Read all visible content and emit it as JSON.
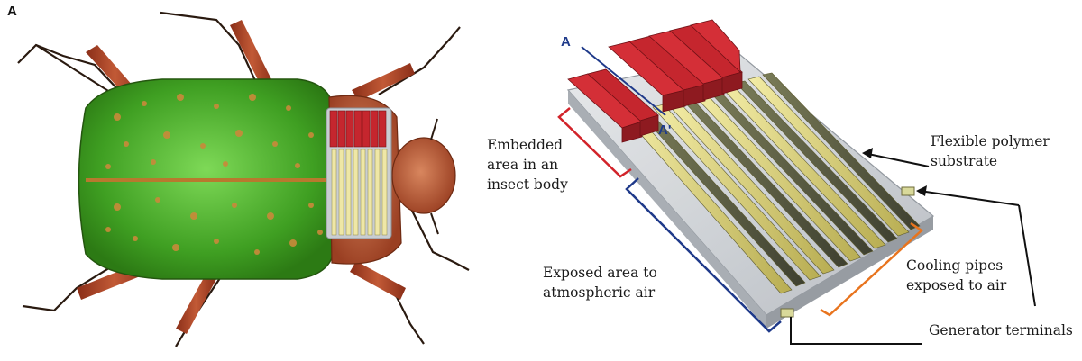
{
  "panel_letter": "A",
  "section_marks": {
    "start": "A",
    "end": "A'"
  },
  "labels": {
    "embedded": "Embedded\narea in an\ninsect body",
    "flexible": "Flexible polymer\nsubstrate",
    "exposed": "Exposed area to\natmospheric air",
    "cooling": "Cooling pipes\nexposed to air",
    "terminals": "Generator terminals"
  },
  "colors": {
    "beetle_green": "#4caf2c",
    "beetle_spot": "#c98a3a",
    "beetle_red": "#a8452a",
    "thermo_red": "#c5262e",
    "pipe_yellow": "#e8df8c",
    "substrate": "#cfd3d8",
    "bracket_red": "#d2232a",
    "bracket_blue": "#1f3a8a",
    "bracket_orange": "#e8741e"
  }
}
